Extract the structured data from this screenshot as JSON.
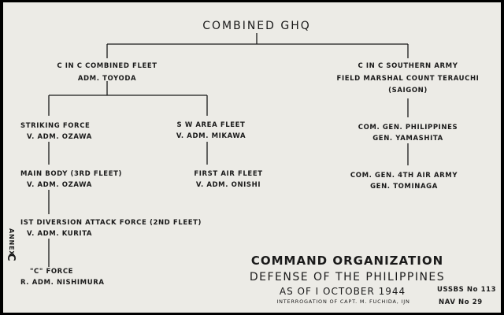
{
  "nodes": {
    "ghq": "COMBINED GHQ",
    "fleet": {
      "line1": "C IN C COMBINED FLEET",
      "line2": "ADM. TOYODA"
    },
    "army": {
      "line1": "C IN C SOUTHERN ARMY",
      "line2": "FIELD MARSHAL COUNT TERAUCHI",
      "line3": "(SAIGON)"
    },
    "striking": {
      "line1": "STRIKING FORCE",
      "line2": "V. ADM. OZAWA"
    },
    "swarea": {
      "line1": "S W AREA FLEET",
      "line2": "V. ADM. MIKAWA"
    },
    "phil": {
      "line1": "COM. GEN. PHILIPPINES",
      "line2": "GEN. YAMASHITA"
    },
    "main": {
      "line1": "MAIN BODY (3RD FLEET)",
      "line2": "V. ADM. OZAWA"
    },
    "firstair": {
      "line1": "FIRST AIR FLEET",
      "line2": "V. ADM. ONISHI"
    },
    "airarmy": {
      "line1": "COM. GEN. 4TH AIR ARMY",
      "line2": "GEN. TOMINAGA"
    },
    "div1": {
      "line1": "IST DIVERSION ATTACK FORCE (2ND FLEET)",
      "line2": "V. ADM. KURITA"
    },
    "cforce": {
      "line1": "\"C\" FORCE",
      "line2": "R. ADM. NISHIMURA"
    }
  },
  "annex": {
    "label": "ANNEX",
    "letter": "C"
  },
  "title": {
    "line1": "COMMAND ORGANIZATION",
    "line2": "DEFENSE OF THE PHILIPPINES",
    "line3": "AS OF I OCTOBER 1944",
    "note": "INTERROGATION OF CAPT. M. FUCHIDA, IJN"
  },
  "refs": {
    "ussbs": "USSBS No 113",
    "nav": "NAV No 29"
  }
}
